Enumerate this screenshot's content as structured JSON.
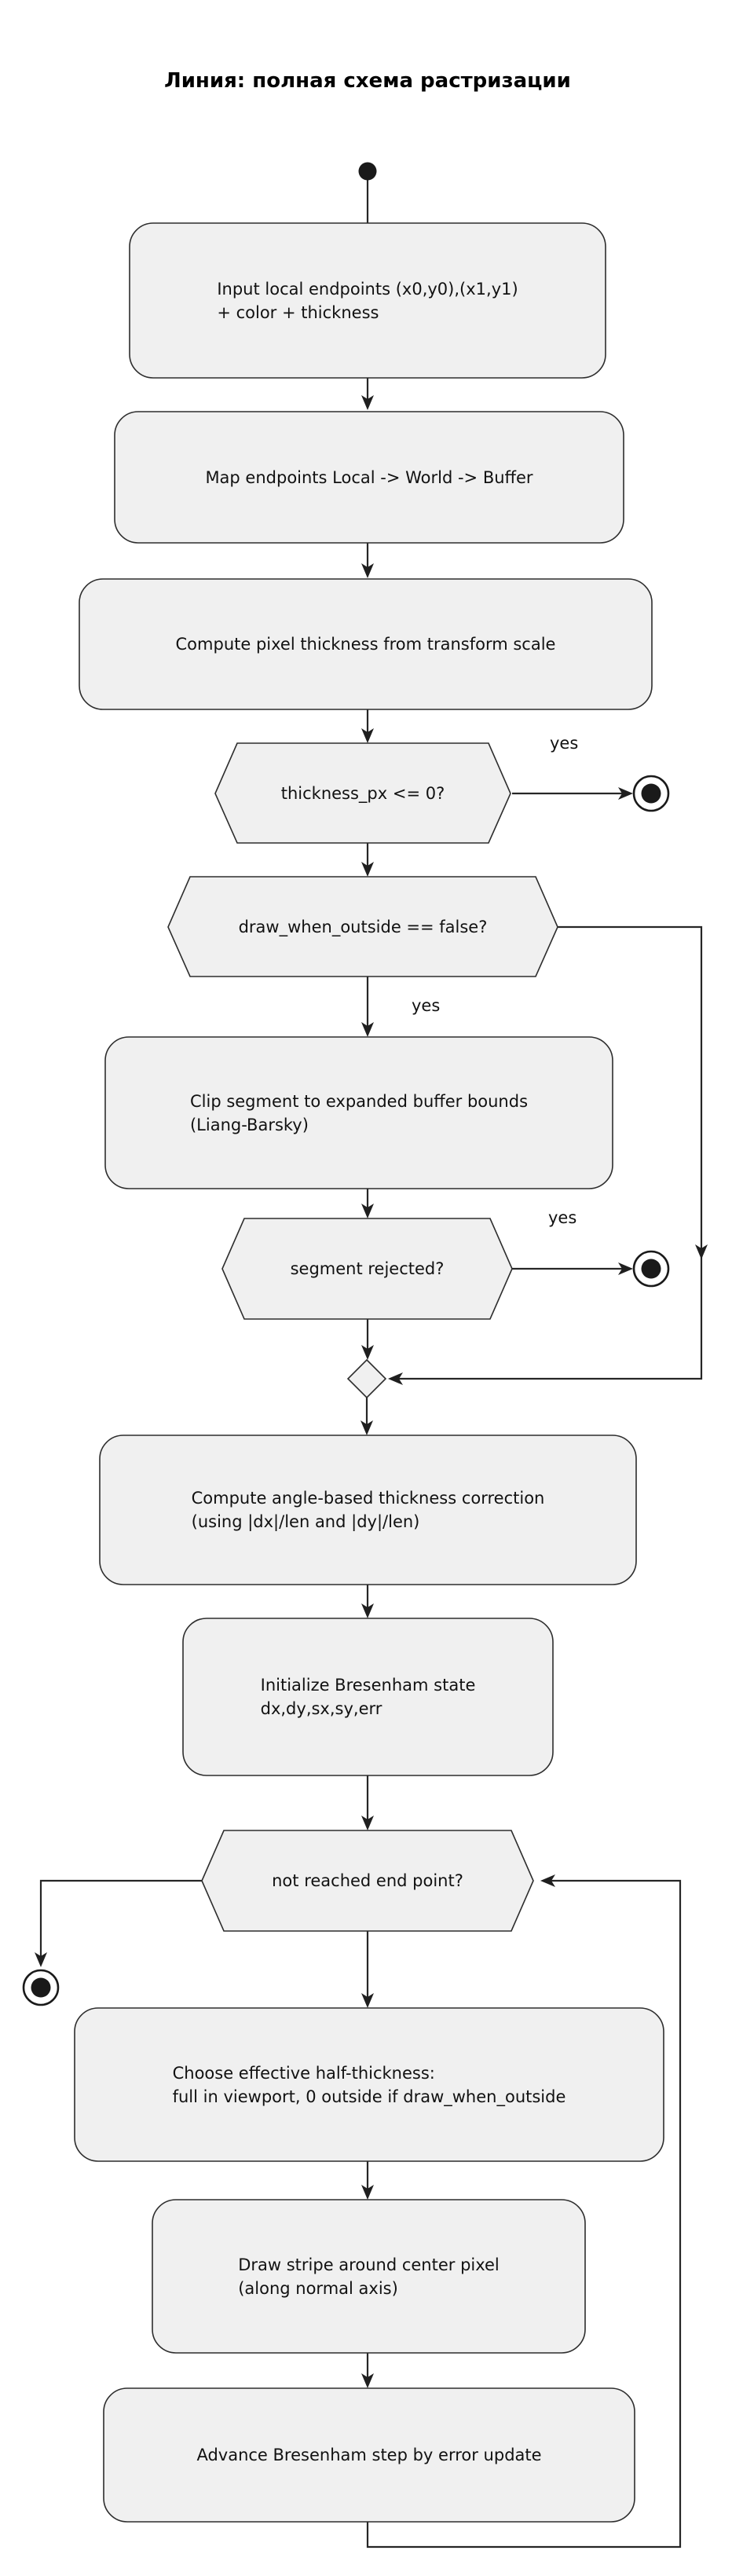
{
  "title": "Линия: полная схема растризации",
  "colors": {
    "node_fill": "#f0f0f0",
    "node_border": "#2d2d2d",
    "edge_line": "#262626",
    "terminal_fill": "#1a1a1a",
    "text": "#111111",
    "background": "#ffffff"
  },
  "nodes": {
    "input": {
      "lines": [
        "Input local endpoints (x0,y0),(x1,y1)",
        "+ color + thickness"
      ]
    },
    "map": {
      "lines": [
        "Map endpoints Local -> World -> Buffer"
      ]
    },
    "pixel_thickness": {
      "lines": [
        "Compute pixel thickness from transform scale"
      ]
    },
    "clip": {
      "lines": [
        "Clip segment to expanded buffer bounds",
        "(Liang-Barsky)"
      ]
    },
    "angle_correction": {
      "lines": [
        "Compute angle-based thickness correction",
        "(using |dx|/len and |dy|/len)"
      ]
    },
    "init_bresenham": {
      "lines": [
        "Initialize Bresenham state",
        "dx,dy,sx,sy,err"
      ]
    },
    "half_thickness": {
      "lines": [
        "Choose effective half-thickness:",
        "full in viewport, 0 outside if draw_when_outside"
      ]
    },
    "draw_stripe": {
      "lines": [
        "Draw stripe around center pixel",
        "(along normal axis)"
      ]
    },
    "advance": {
      "lines": [
        "Advance Bresenham step by error update"
      ]
    }
  },
  "decisions": {
    "thickness": {
      "label": "thickness_px <= 0?",
      "branch_label": "yes"
    },
    "outside": {
      "label": "draw_when_outside == false?",
      "branch_label": "yes"
    },
    "rejected": {
      "label": "segment rejected?",
      "branch_label": "yes"
    },
    "loop": {
      "label": "not reached end point?"
    }
  }
}
